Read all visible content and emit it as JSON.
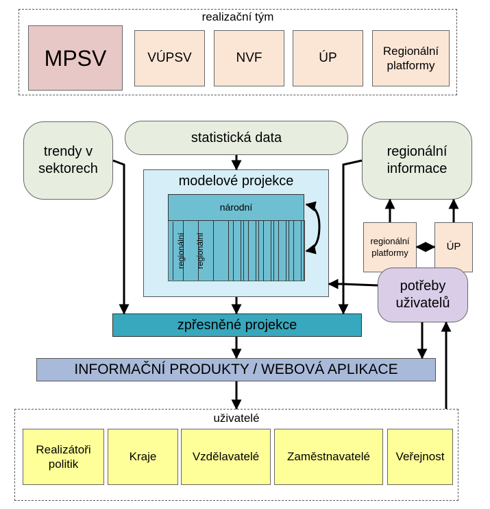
{
  "team": {
    "title": "realizační tým",
    "members": [
      "MPSV",
      "VÚPSV",
      "NVF",
      "ÚP",
      "Regionální platformy"
    ]
  },
  "inputs": {
    "trends": "trendy v sektorech",
    "stats": "statistická data",
    "regional_info": "regionální informace",
    "regional_platforms": "regionální platformy",
    "up": "ÚP",
    "user_needs": "potřeby uživatelů"
  },
  "model": {
    "title": "modelové projekce",
    "national": "národní",
    "regional": [
      "regionální",
      "regionální"
    ]
  },
  "refined": "zpřesněné projekce",
  "products": "INFORMAČNÍ PRODUKTY / WEBOVÁ APLIKACE",
  "users": {
    "title": "uživatelé",
    "groups": [
      "Realizátoři politik",
      "Kraje",
      "Vzdělavatelé",
      "Zaměstnavatelé",
      "Veřejnost"
    ]
  },
  "colors": {
    "mpsv": "#e8c8c6",
    "partner": "#fbe6d6",
    "green": "#e7eddf",
    "model_bg": "#d5eef7",
    "national": "#6fbfd2",
    "refined": "#37a8bd",
    "products": "#a9b9d9",
    "needs": "#d9cde8",
    "users": "#ffff99"
  }
}
